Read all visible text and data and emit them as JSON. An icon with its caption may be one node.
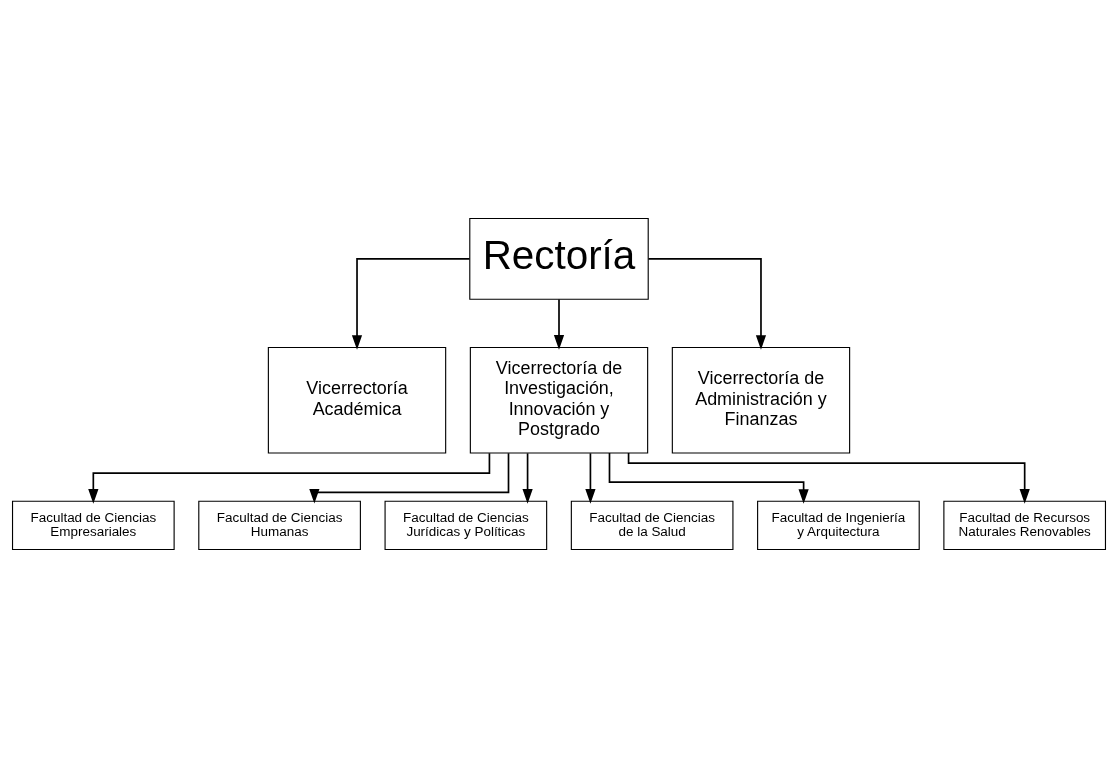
{
  "diagram": {
    "nodes": [
      {
        "text": [
          "Rectoría"
        ]
      },
      {
        "text": [
          "Vicerrectoría Académica"
        ]
      },
      {
        "text": [
          "Vicerrectoría de Investigación, Innovación y Postgrado"
        ]
      },
      {
        "text": [
          "Vicerrectoría de Administración y Finanzas"
        ]
      },
      {
        "text": [
          "Facultad de Ciencias Empresariales"
        ]
      },
      {
        "text": [
          "Facultad de Ciencias Humanas"
        ]
      },
      {
        "text": [
          "Facultad de Ciencias Jurídicas y Políticas"
        ]
      },
      {
        "text": [
          "Facultad de Ciencias de la Salud"
        ]
      },
      {
        "text": [
          "Facultad de Ingeniería y Arquitectura"
        ]
      },
      {
        "text": [
          "Facultad de Recursos Naturales Renovables"
        ]
      }
    ],
    "edges": [
      {
        "from": 0,
        "to": 1,
        "arrow": "to"
      },
      {
        "from": 0,
        "to": 2,
        "arrow": "to"
      },
      {
        "from": 0,
        "to": 3,
        "arrow": "to"
      },
      {
        "from": 2,
        "to": 4,
        "arrow": "to"
      },
      {
        "from": 2,
        "to": 5,
        "arrow": "to"
      },
      {
        "from": 2,
        "to": 6,
        "arrow": "to"
      },
      {
        "from": 2,
        "to": 7,
        "arrow": "to"
      },
      {
        "from": 2,
        "to": 8,
        "arrow": "to"
      },
      {
        "from": 2,
        "to": 9,
        "arrow": "to"
      }
    ]
  }
}
